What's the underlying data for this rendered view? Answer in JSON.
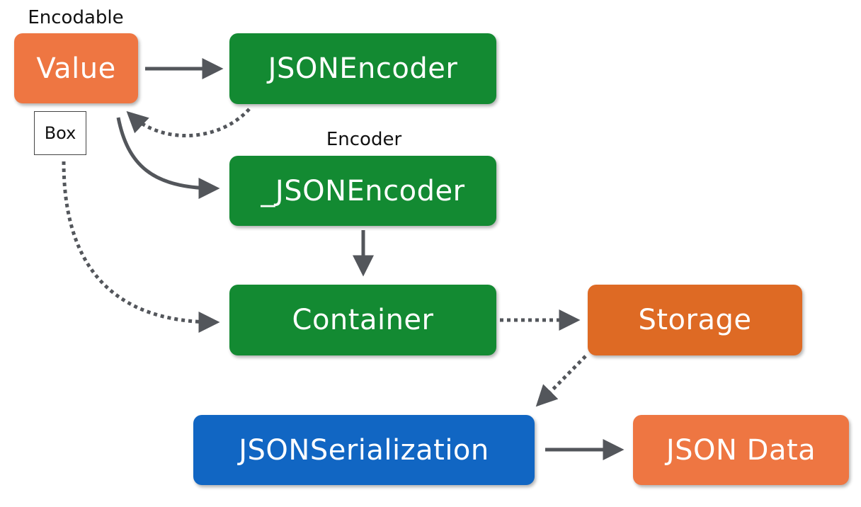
{
  "captions": {
    "encodable": "Encodable",
    "encoder": "Encoder"
  },
  "nodes": {
    "value": {
      "label": "Value",
      "color": "#EE7642"
    },
    "jsonencoder": {
      "label": "JSONEncoder",
      "color": "#138A32"
    },
    "jsonencoder_private": {
      "label": "_JSONEncoder",
      "color": "#138A32"
    },
    "container": {
      "label": "Container",
      "color": "#138A32"
    },
    "storage": {
      "label": "Storage",
      "color": "#DE6A24"
    },
    "jsonserialization": {
      "label": "JSONSerialization",
      "color": "#1166C3"
    },
    "jsondata": {
      "label": "JSON Data",
      "color": "#EE7642"
    }
  },
  "box": {
    "label": "Box"
  },
  "colors": {
    "arrow": "#53565B",
    "background": "#FFFFFF"
  },
  "edges": [
    {
      "from": "value",
      "to": "jsonencoder",
      "style": "solid"
    },
    {
      "from": "jsonencoder",
      "to": "value",
      "style": "dotted"
    },
    {
      "from": "value",
      "to": "jsonencoder_private",
      "style": "solid"
    },
    {
      "from": "jsonencoder_private",
      "to": "container",
      "style": "solid"
    },
    {
      "from": "box",
      "to": "container",
      "style": "dotted"
    },
    {
      "from": "container",
      "to": "storage",
      "style": "dotted"
    },
    {
      "from": "storage",
      "to": "jsonserialization",
      "style": "dotted"
    },
    {
      "from": "jsonserialization",
      "to": "jsondata",
      "style": "solid"
    }
  ]
}
